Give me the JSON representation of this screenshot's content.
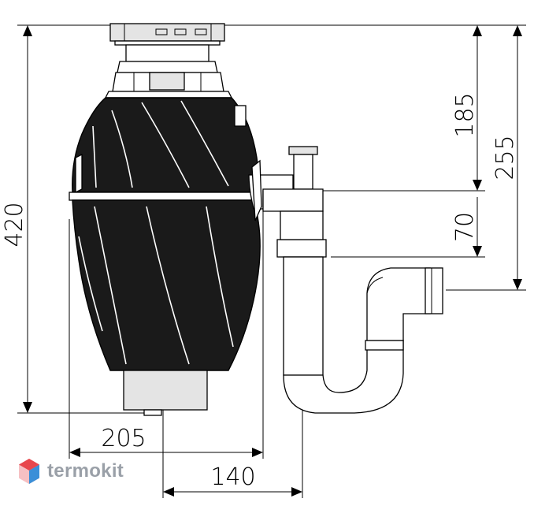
{
  "dimensions": {
    "overall_height": "420",
    "top_to_outlet": "185",
    "top_to_trap_outlet": "255",
    "outlet_to_trap_top": "70",
    "body_width": "205",
    "center_to_trap": "140"
  },
  "brand": {
    "name": "termokit",
    "logo_colors": [
      "#e8474c",
      "#3a8fd8",
      "#f2a0a4"
    ]
  }
}
